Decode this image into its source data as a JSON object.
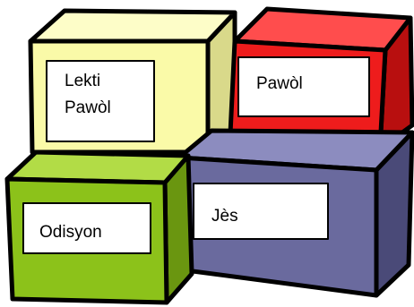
{
  "blocks": [
    {
      "id": "lekti-pawol",
      "lines": [
        "Lekti",
        "Pawòl"
      ],
      "colors": {
        "front": "#fafaa8",
        "top": "#fdfdc8",
        "side": "#d9d98a"
      }
    },
    {
      "id": "pawol",
      "lines": [
        "Pawòl"
      ],
      "colors": {
        "front": "#ee1c1c",
        "top": "#ff4d4d",
        "side": "#b80f0f"
      }
    },
    {
      "id": "odisyon",
      "lines": [
        "Odisyon"
      ],
      "colors": {
        "front": "#8cc21a",
        "top": "#b2dc46",
        "side": "#6a9610"
      }
    },
    {
      "id": "jes",
      "lines": [
        "Jès"
      ],
      "colors": {
        "front": "#6a6a9e",
        "top": "#8c8cbf",
        "side": "#4a4a78"
      }
    }
  ],
  "stroke_color": "#000000",
  "label_fill": "#ffffff"
}
